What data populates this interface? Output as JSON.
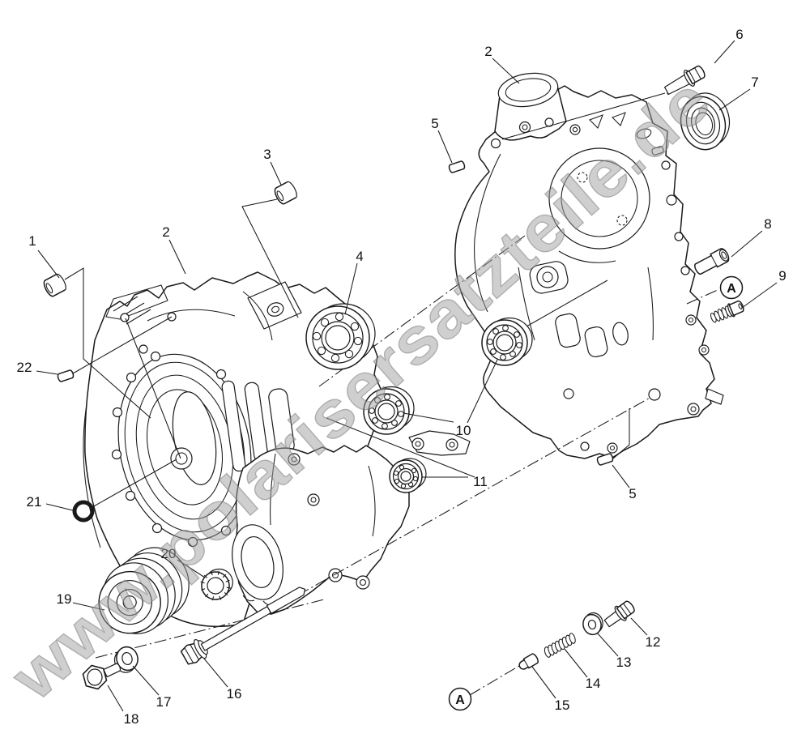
{
  "watermark": {
    "text": "www.polarisersatzteile.de"
  },
  "markers": {
    "a": "A"
  },
  "callouts": {
    "n1": "1",
    "n2a": "2",
    "n2b": "2",
    "n3": "3",
    "n4": "4",
    "n5a": "5",
    "n5b": "5",
    "n6": "6",
    "n7": "7",
    "n8": "8",
    "n9": "9",
    "n10": "10",
    "n11": "11",
    "n12": "12",
    "n13": "13",
    "n14": "14",
    "n15": "15",
    "n16": "16",
    "n17": "17",
    "n18": "18",
    "n19": "19",
    "n20": "20",
    "n21": "21",
    "n22": "22"
  }
}
